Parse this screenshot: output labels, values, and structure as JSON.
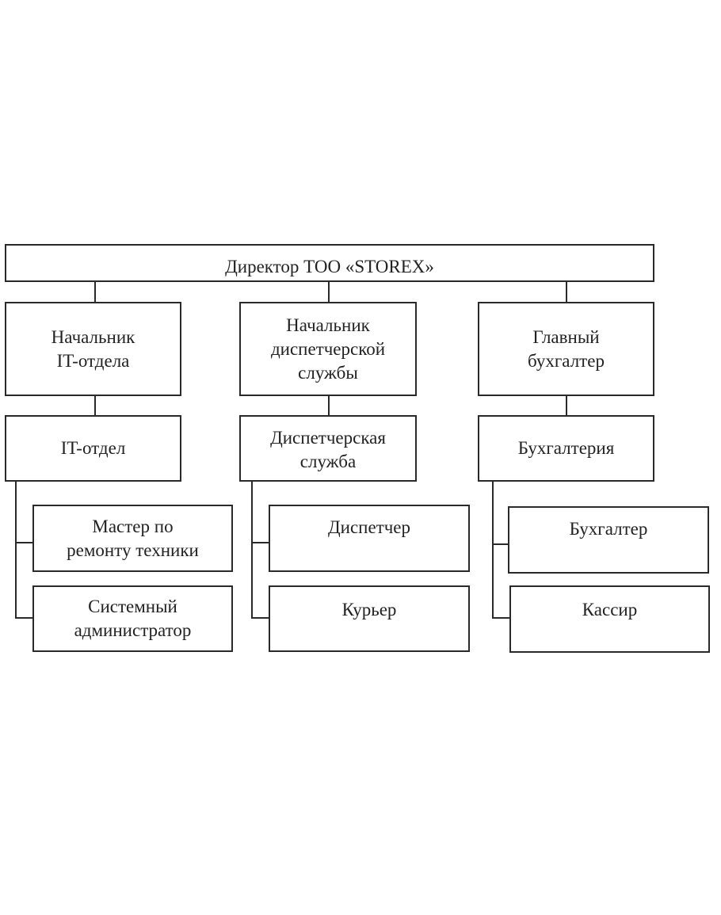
{
  "director": "Директор ТОО «STOREX»",
  "columns": [
    {
      "head": "Начальник\nIT-отдела",
      "dept": "IT-отдел",
      "staff": [
        "Мастер по\nремонту техники",
        "Системный\nадминистратор"
      ]
    },
    {
      "head": "Начальник\nдиспетчерской\nслужбы",
      "dept": "Диспетчерская\nслужба",
      "staff": [
        "Диспетчер",
        "Курьер"
      ]
    },
    {
      "head": "Главный\nбухгалтер",
      "dept": "Бухгалтерия",
      "staff": [
        "Бухгалтер",
        "Кассир"
      ]
    }
  ]
}
